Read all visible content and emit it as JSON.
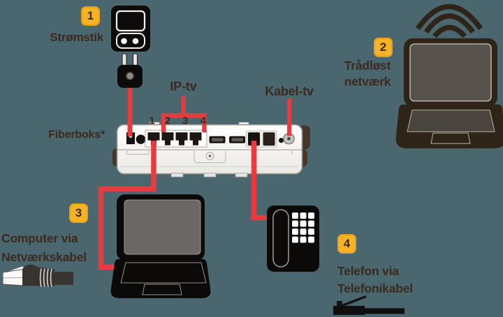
{
  "palette": {
    "background": "#4A666E",
    "cable_red": "#E73B3F",
    "badge_fill": "#F7B324",
    "badge_border": "#E9A11D",
    "text_brown": "#3A2B1E",
    "device_brown": "#2F2418",
    "device_black": "#0B0A09",
    "box_fill": "#FFFFFF"
  },
  "steps": {
    "s1": {
      "number": "1",
      "label": "Strømstik"
    },
    "s2": {
      "number": "2",
      "line1": "Trådløst",
      "line2": "netværk"
    },
    "s3": {
      "number": "3",
      "line1": "Computer via",
      "line2": "Netværkskabel"
    },
    "s4": {
      "number": "4",
      "line1": "Telefon via",
      "line2": "Telefonikabel"
    }
  },
  "fiberbox": {
    "label": "Fiberboks*",
    "iptv_label": "IP-tv",
    "cabletv_label": "Kabel-tv",
    "port_numbers": [
      "1",
      "2",
      "3",
      "4"
    ]
  }
}
